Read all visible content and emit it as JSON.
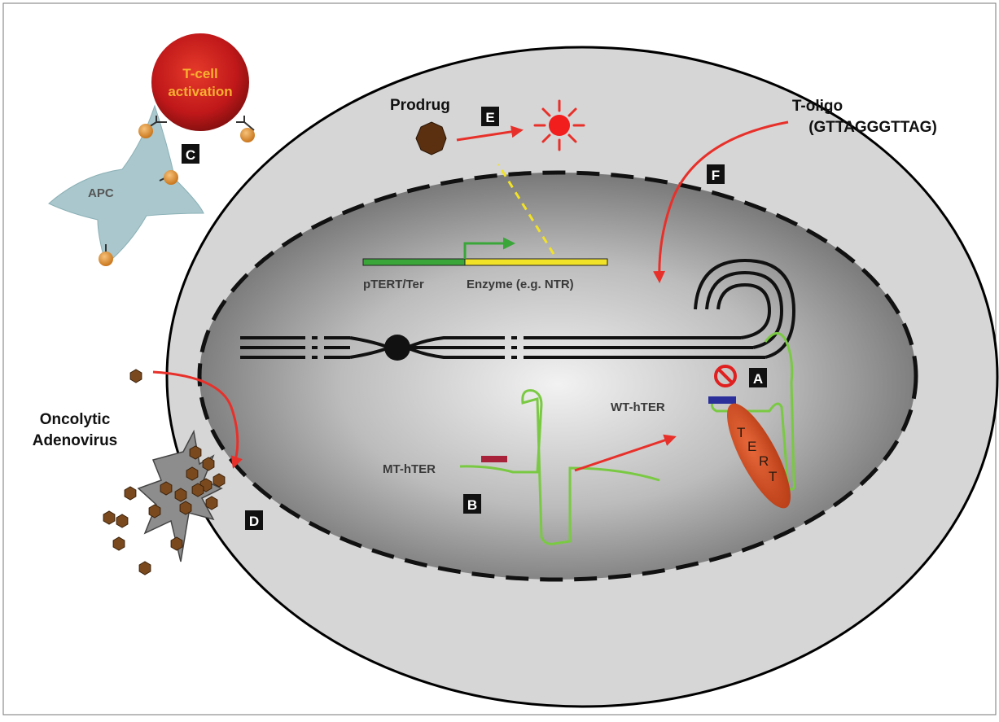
{
  "labels": {
    "tcell": [
      "T-cell",
      "activation"
    ],
    "apc": "APC",
    "prodrug": "Prodrug",
    "toligo": [
      "T-oligo",
      "(GTTAGGGTTAG)"
    ],
    "promoter": "pTERT/Ter",
    "enzyme": "Enzyme (e.g. NTR)",
    "wt_hter": "WT-hTER",
    "mt_hter": "MT-hTER",
    "tert_letters": [
      "T",
      "E",
      "R",
      "T"
    ],
    "oncolytic": [
      "Oncolytic",
      "Adenovirus"
    ]
  },
  "boxes": {
    "A": "A",
    "B": "B",
    "C": "C",
    "D": "D",
    "E": "E",
    "F": "F"
  },
  "colors": {
    "cytoplasm": "#d6d6d6",
    "arrow_red": "#e8302a",
    "hter_green": "#7ac943",
    "promoter_green": "#3aa63a",
    "enzyme_yellow": "#f2e227",
    "tert_orange": "#c8481d",
    "blocker_red": "#e02020",
    "wt_bar_blue": "#2a2f9a",
    "mt_bar_red": "#a8223a",
    "virus_brown": "#7a4a1e",
    "apc_blue": "#a9c7cc",
    "tcell_red": "#c0181a"
  }
}
